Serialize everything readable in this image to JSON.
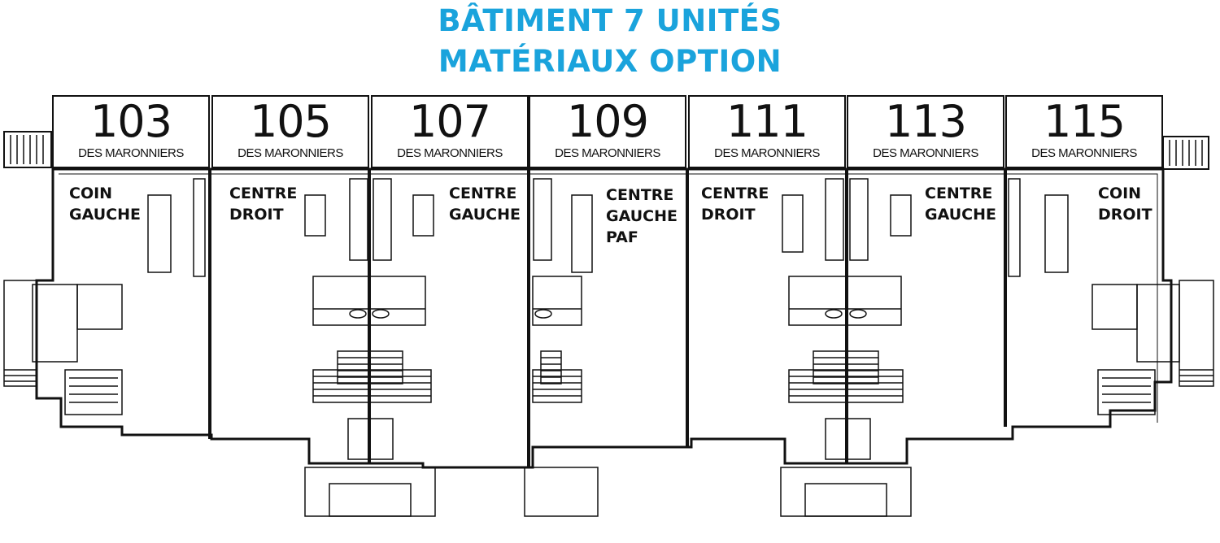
{
  "title_line1": "BÂTIMENT 7 UNITÉS",
  "title_line2": "MATÉRIAUX OPTION",
  "title_color": "#1aa3dc",
  "units": [
    {
      "number": "103",
      "street": "DES MARONNIERS",
      "type": "COIN\nGAUCHE"
    },
    {
      "number": "105",
      "street": "DES MARONNIERS",
      "type": "CENTRE\nDROIT"
    },
    {
      "number": "107",
      "street": "DES MARONNIERS",
      "type": "CENTRE\nGAUCHE"
    },
    {
      "number": "109",
      "street": "DES MARONNIERS",
      "type": "CENTRE\nGAUCHE\nPAF"
    },
    {
      "number": "111",
      "street": "DES MARONNIERS",
      "type": "CENTRE\nDROIT"
    },
    {
      "number": "113",
      "street": "DES MARONNIERS",
      "type": "CENTRE\nGAUCHE"
    },
    {
      "number": "115",
      "street": "DES MARONNIERS",
      "type": "COIN\nDROIT"
    }
  ]
}
